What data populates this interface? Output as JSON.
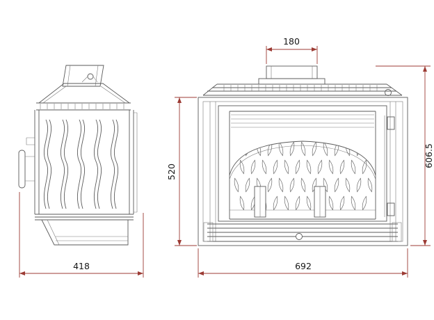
{
  "drawing": {
    "dimension_labels": {
      "flue_width": "180",
      "side_depth": "418",
      "front_width": "692",
      "firebox_height": "520",
      "overall_height": "606.5"
    },
    "colors": {
      "dimension_line": "#9c3b34",
      "drawing_line": "#5a5a5a",
      "background": "#ffffff"
    }
  }
}
